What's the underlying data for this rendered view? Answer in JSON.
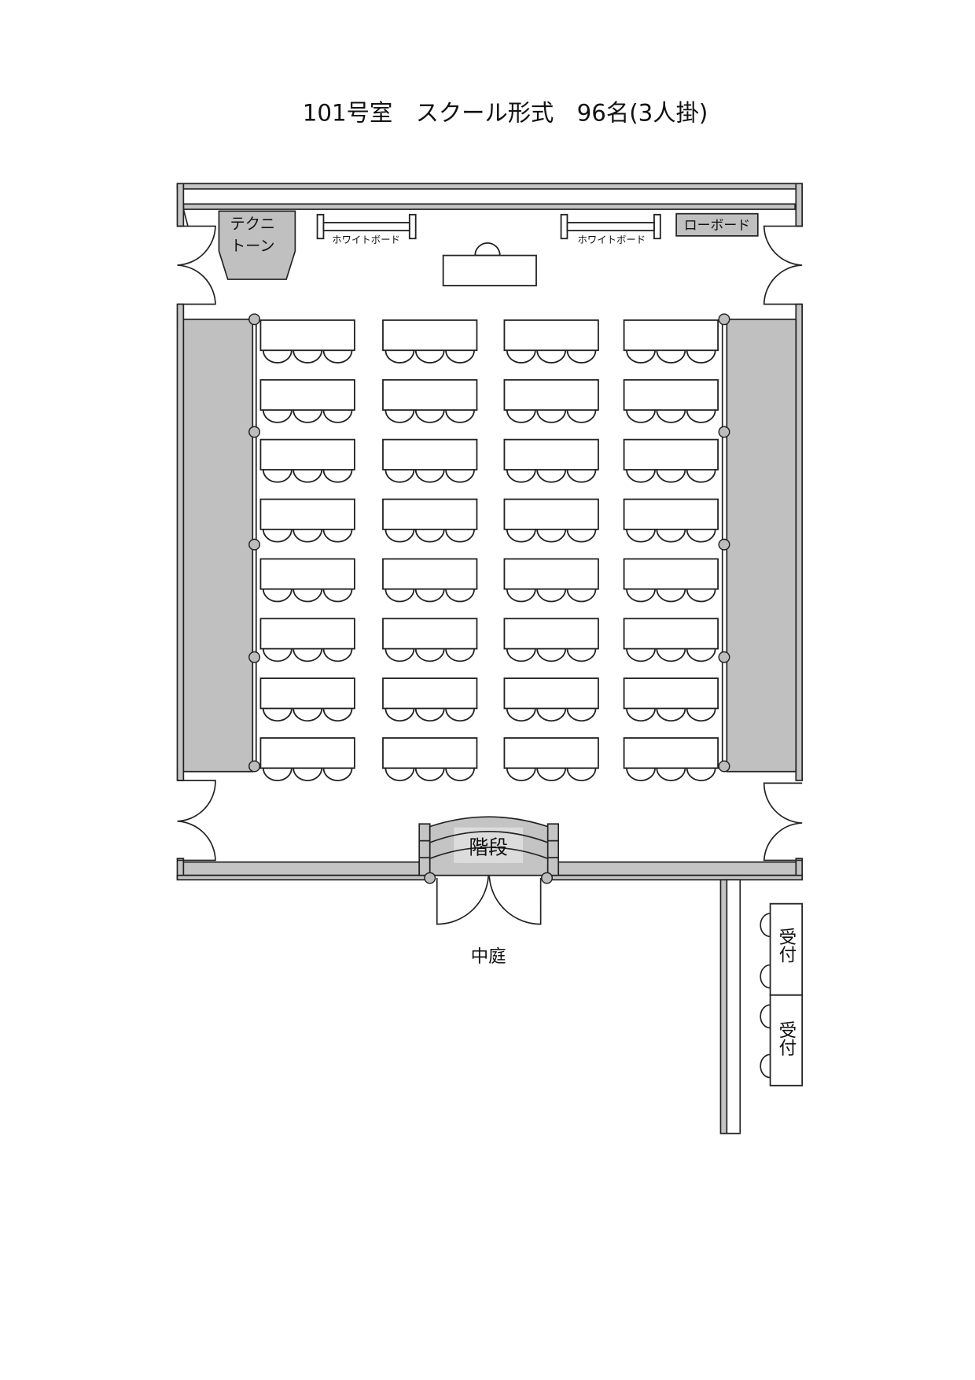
{
  "title": "101号室　スクール形式　96名(3人掛)",
  "labels": {
    "technitone_line1": "テクニ",
    "technitone_line2": "トーン",
    "whiteboard_left": "ホワイトボード",
    "whiteboard_right": "ホワイトボード",
    "lowboard": "ローボード",
    "stairs": "階段",
    "courtyard": "中庭",
    "reception_1": "受付",
    "reception_2": "受付"
  },
  "seating": {
    "rows": 8,
    "columns": 4,
    "seats_per_table": 3
  }
}
